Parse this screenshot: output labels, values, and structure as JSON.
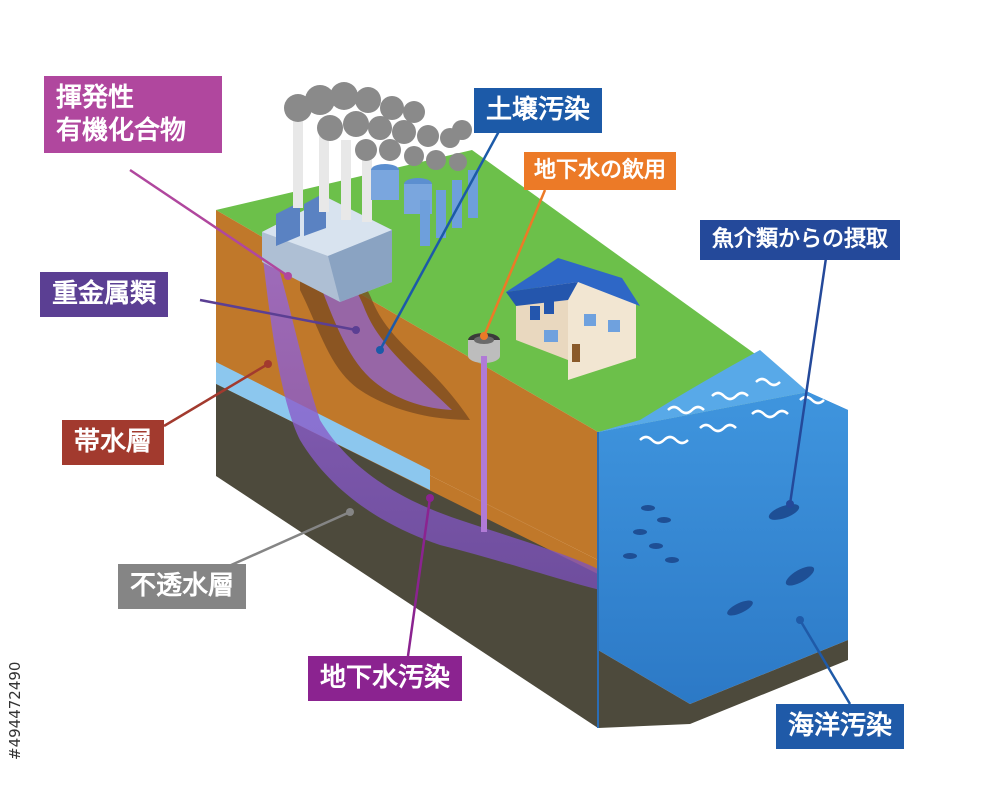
{
  "labels": {
    "voc_line1": "揮発性",
    "voc_line2": "有機化合物",
    "soil_contamination": "土壌汚染",
    "groundwater_drinking": "地下水の飲用",
    "seafood_intake": "魚介類からの摂取",
    "heavy_metals": "重金属類",
    "aquifer": "帯水層",
    "impermeable_layer": "不透水層",
    "groundwater_contamination": "地下水汚染",
    "ocean_contamination": "海洋汚染"
  },
  "stock_id": "#494472490",
  "colors": {
    "grass": "#6cc04a",
    "soil": "#c0782a",
    "aquifer_band": "#82bfe8",
    "impermeable": "#4d4a3c",
    "ocean": "#3e8fd8",
    "pollution": "#8a5cc8",
    "voc_tag": "#b0479e",
    "soil_tag": "#1c5aa8",
    "drink_tag": "#ec7a27",
    "fish_tag": "#24499a",
    "heavy_tag": "#5b3f93",
    "aquifer_tag": "#a23a2e",
    "imperm_tag": "#858585",
    "gw_tag": "#8b2390",
    "ocean_tag": "#1f5aa8"
  },
  "icons": [
    "factory-icon",
    "house-icon",
    "well-icon",
    "fish-icon"
  ]
}
